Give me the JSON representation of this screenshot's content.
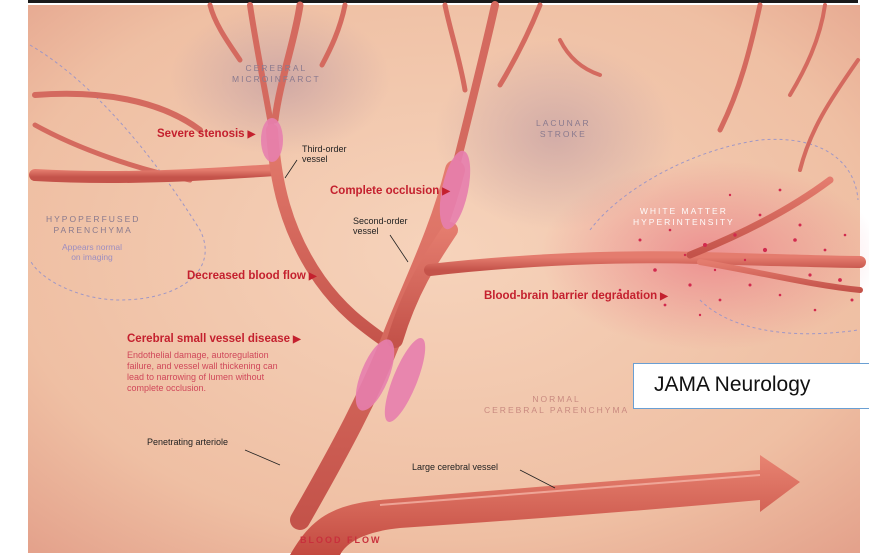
{
  "figure": {
    "credit": "JAMA Neurology",
    "regions": {
      "cerebral_microinfarct": [
        "CEREBRAL",
        "MICROINFARCT"
      ],
      "lacunar_stroke": [
        "LACUNAR",
        "STROKE"
      ],
      "hypoperfused_parenchyma": [
        "HYPOPERFUSED",
        "PARENCHYMA"
      ],
      "hypoperfused_note": [
        "Appears normal",
        "on imaging"
      ],
      "white_matter_hyperintensity": [
        "WHITE MATTER",
        "HYPERINTENSITY"
      ],
      "normal_parenchyma": [
        "NORMAL",
        "CEREBRAL PARENCHYMA"
      ],
      "blood_flow": "BLOOD FLOW"
    },
    "callouts": {
      "severe_stenosis": "Severe stenosis",
      "complete_occlusion": "Complete occlusion",
      "decreased_blood_flow": "Decreased blood flow",
      "bbb_degradation": "Blood-brain barrier degradation",
      "small_vessel_disease": "Cerebral small vessel disease",
      "small_vessel_desc": "Endothelial damage, autoregulation failure, and vessel wall thickening can lead to narrowing of lumen without complete occlusion."
    },
    "vessel_labels": {
      "third_order": [
        "Third-order",
        "vessel"
      ],
      "second_order": [
        "Second-order",
        "vessel"
      ],
      "penetrating_arteriole": "Penetrating arteriole",
      "large_vessel": "Large cerebral vessel"
    },
    "arrow_glyph": "▶",
    "colors": {
      "parenchyma": "#f3c9b0",
      "vessel": "#d9675d",
      "vessel_dark": "#b8453e",
      "lesion_pink": "#e77fae",
      "callout_red": "#c4202e",
      "credit_border": "#6a9fd3"
    }
  }
}
